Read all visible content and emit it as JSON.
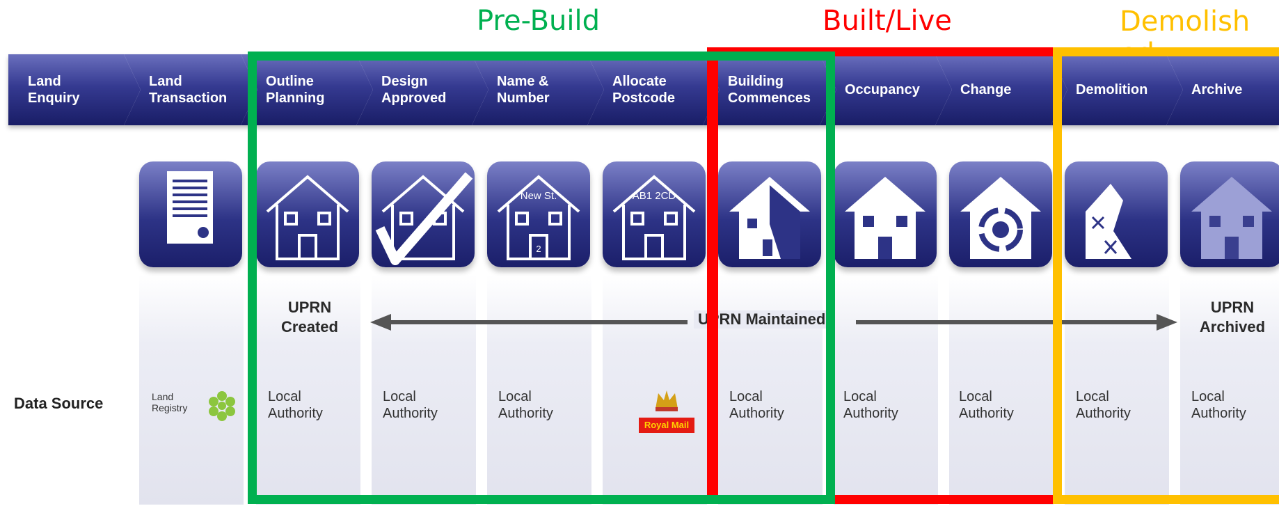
{
  "phases": {
    "pre_build": {
      "label": "Pre-Build",
      "color": "#00b050"
    },
    "built_live": {
      "label": "Built/Live",
      "color": "#ff0000"
    },
    "demolished": {
      "label": "Demolish\ned",
      "color": "#ffc000"
    }
  },
  "stages": [
    {
      "label": "Land\nEnquiry"
    },
    {
      "label": "Land\nTransaction"
    },
    {
      "label": "Outline\nPlanning"
    },
    {
      "label": "Design\nApproved"
    },
    {
      "label": "Name &\nNumber"
    },
    {
      "label": "Allocate\nPostcode"
    },
    {
      "label": "Building\nCommences"
    },
    {
      "label": "Occupancy"
    },
    {
      "label": "Change"
    },
    {
      "label": "Demolition"
    },
    {
      "label": "Archive"
    }
  ],
  "icons": [
    {
      "name": "certificate-icon"
    },
    {
      "name": "house-outline-icon"
    },
    {
      "name": "house-checkmark-icon",
      "text": ""
    },
    {
      "name": "house-street-name-icon",
      "text": "New St."
    },
    {
      "name": "house-postcode-icon",
      "text": "AB1 2CD"
    },
    {
      "name": "house-under-construction-icon"
    },
    {
      "name": "house-occupied-icon"
    },
    {
      "name": "house-change-cycle-icon"
    },
    {
      "name": "house-demolition-icon"
    },
    {
      "name": "house-archived-icon"
    }
  ],
  "uprn": {
    "created": "UPRN\nCreated",
    "maintained": "UPRN Maintained",
    "archived": "UPRN\nArchived"
  },
  "data_source": {
    "label": "Data Source",
    "land_registry": "Land\nRegistry",
    "royal_mail": "Royal Mail",
    "local_authority": "Local\nAuthority"
  },
  "colors": {
    "banner": "#353a91",
    "tile": "#2d3386",
    "arrow": "#555555"
  }
}
